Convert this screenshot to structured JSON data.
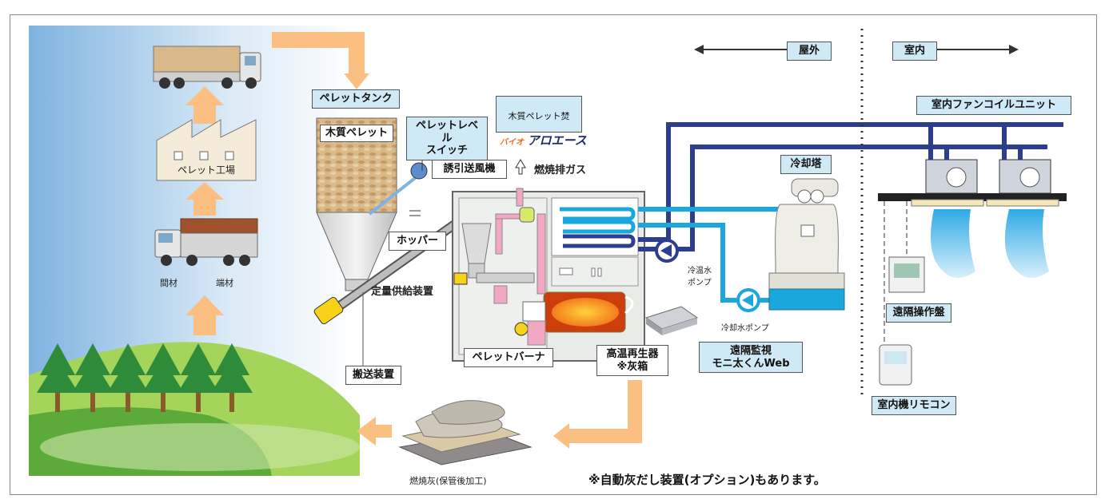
{
  "labels": {
    "pellet_tank": "ペレットタンク",
    "wood_pellet": "木質ペレット",
    "level_switch": "ペレットレベル\nスイッチ",
    "brand_line1": "木質ペレット焚",
    "brand_prefix": "バイオ",
    "brand_name": "アロエース",
    "induced_fan": "誘引送風機",
    "exhaust_gas": "燃焼排ガス",
    "hopper": "ホッパー",
    "feeder": "定量供給装置",
    "conveyor": "搬送装置",
    "pellet_burner": "ペレットバーナ",
    "regenerator": "高温再生器\n※灰箱",
    "cooling_tower": "冷却塔",
    "outdoor": "屋外",
    "indoor": "室内",
    "fancoil": "室内ファンコイルユニット",
    "chilled_pump": "冷温水\nポンプ",
    "cooling_pump": "冷却水ポンプ",
    "remote_monitor": "遠隔監視\nモニ太くんWeb",
    "remote_panel": "遠隔操作盤",
    "remote_control": "室内機リモコン",
    "factory": "ペレット工場",
    "thinned_wood": "間材",
    "offcuts": "端材",
    "ash": "燃焼灰(保管後加工)",
    "note": "※自動灰だし装置(オプション)もあります。"
  },
  "colors": {
    "sky_left": "#7fb3e0",
    "arrow": "#fbbf81",
    "chilled_water": "#2e3e8f",
    "cooling_water": "#1aa7dd",
    "gas_pipe": "#f2a7c5",
    "burner_flame": "#f06a1a",
    "hill": "#8cc63f",
    "tree": "#2e8b3a"
  }
}
